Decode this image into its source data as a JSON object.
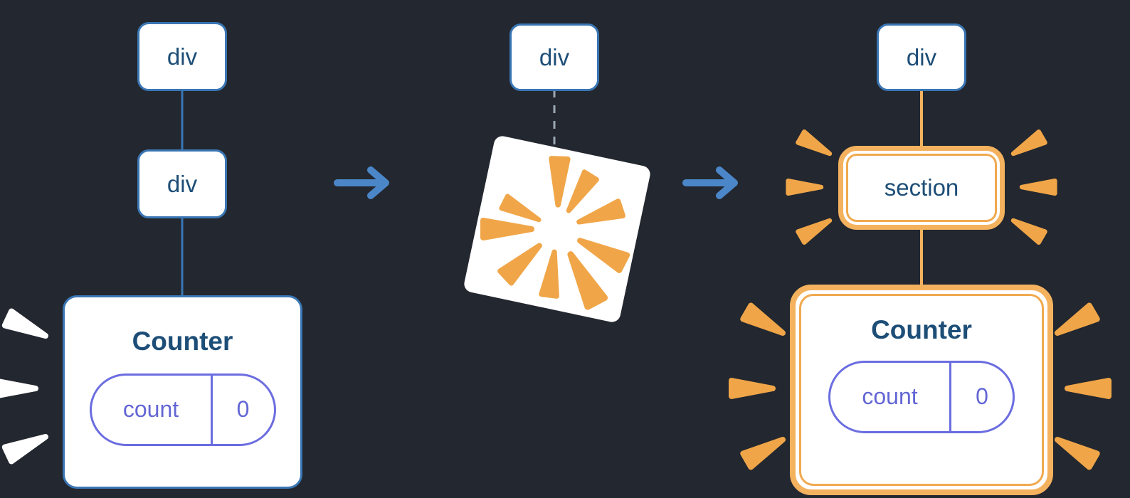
{
  "stage1": {
    "node1": "div",
    "node2": "div",
    "component": {
      "title": "Counter",
      "state_key": "count",
      "state_value": "0"
    }
  },
  "stage2": {
    "node1": "div"
  },
  "stage3": {
    "node1": "div",
    "node2": "section",
    "component": {
      "title": "Counter",
      "state_key": "count",
      "state_value": "0"
    }
  },
  "icons": {
    "arrow_right": "→",
    "poof": "burst-square",
    "sparkle": "wedge-dash"
  },
  "colors": {
    "background": "#23272f",
    "node_border_blue": "#3a76b4",
    "node_text_blue": "#1d4e77",
    "state_text_purple": "#6366d4",
    "state_border_purple": "#6b6de0",
    "highlight_orange": "#f4b25f",
    "burst_orange": "#f0a648",
    "arrow_blue": "#4b87c8",
    "dashed_gray": "#9aa7b5",
    "sparkle_white": "#ffffff"
  }
}
